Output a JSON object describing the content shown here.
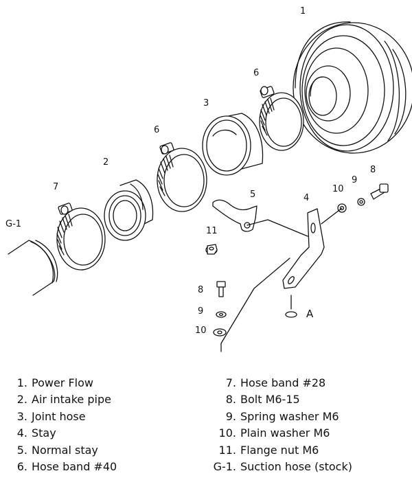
{
  "callouts": {
    "c1": "1",
    "c2": "2",
    "c3": "3",
    "c4": "4",
    "c5": "5",
    "c6a": "6",
    "c6b": "6",
    "c7": "7",
    "c8a": "8",
    "c8b": "8",
    "c9a": "9",
    "c9b": "9",
    "c10a": "10",
    "c10b": "10",
    "c11": "11",
    "cg1": "G-1",
    "ca": "A"
  },
  "legend": {
    "left": [
      {
        "num": "1.",
        "label": "Power Flow"
      },
      {
        "num": "2.",
        "label": "Air intake pipe"
      },
      {
        "num": "3.",
        "label": "Joint hose"
      },
      {
        "num": "4.",
        "label": "Stay"
      },
      {
        "num": "5.",
        "label": "Normal stay"
      },
      {
        "num": "6.",
        "label": "Hose band  #40"
      }
    ],
    "right": [
      {
        "num": "7.",
        "label": "Hose band  #28"
      },
      {
        "num": "8.",
        "label": "Bolt  M6-15"
      },
      {
        "num": "9.",
        "label": "Spring washer  M6"
      },
      {
        "num": "10.",
        "label": "Plain washer  M6"
      },
      {
        "num": "11.",
        "label": "Flange nut  M6"
      },
      {
        "num": "G-1.",
        "label": "Suction hose (stock)"
      }
    ]
  }
}
